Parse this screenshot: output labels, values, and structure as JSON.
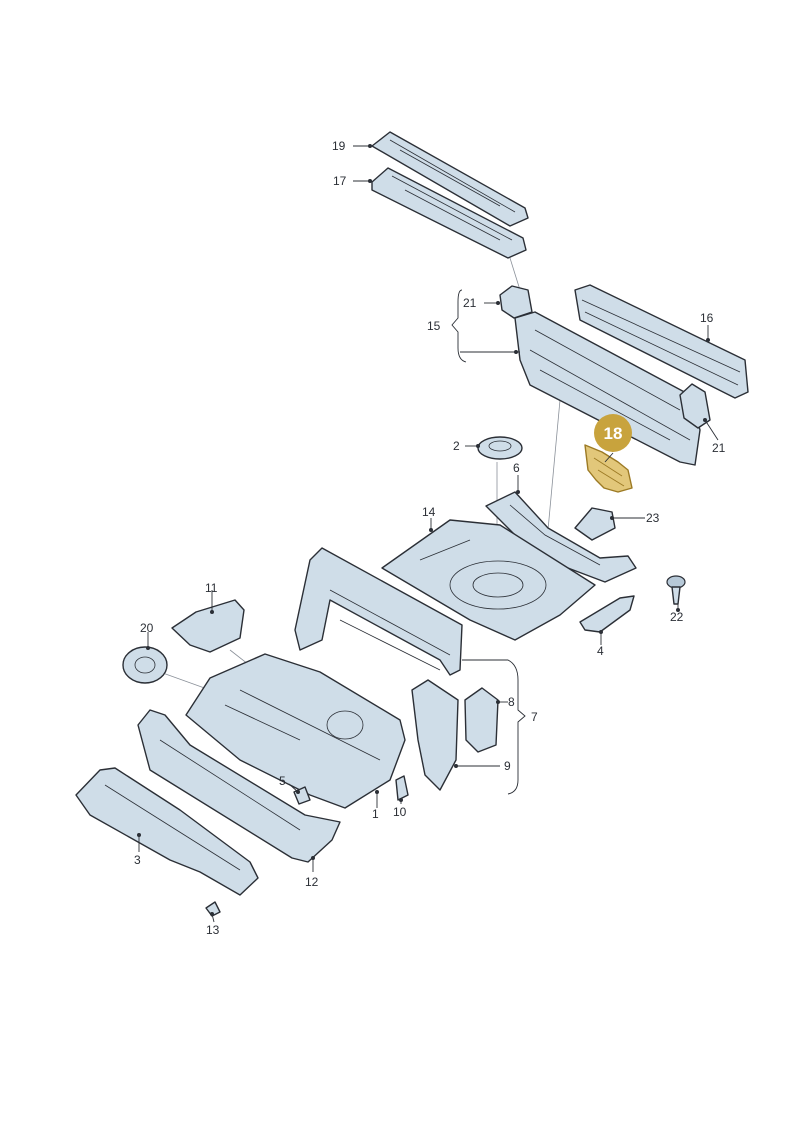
{
  "highlighted_label": "18",
  "labels": {
    "p1": "1",
    "p2": "2",
    "p3": "3",
    "p4": "4",
    "p5": "5",
    "p6": "6",
    "p7": "7",
    "p8": "8",
    "p9": "9",
    "p10": "10",
    "p11": "11",
    "p12": "12",
    "p13": "13",
    "p14": "14",
    "p15": "15",
    "p16": "16",
    "p17": "17",
    "p19": "19",
    "p20": "20",
    "p21a": "21",
    "p21b": "21",
    "p22": "22",
    "p23": "23"
  },
  "colors": {
    "part_fill": "#cfdde8",
    "highlight_fill": "#e2c77a",
    "highlight_badge": "#c8a33d",
    "outline": "#2b2f36"
  }
}
